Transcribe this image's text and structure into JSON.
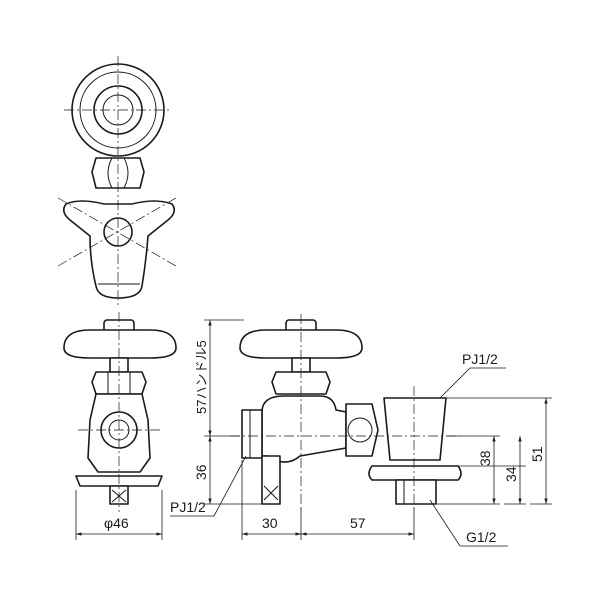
{
  "labels": {
    "pj_top": "PJ1/2",
    "pj_bottom": "PJ1/2",
    "g_thread": "G1/2",
    "diameter": "φ46",
    "dim_30": "30",
    "dim_57_bottom": "57",
    "dim_57_vertical": "57ハンドル5",
    "dim_36": "36",
    "dim_38": "38",
    "dim_34": "34",
    "dim_51": "51"
  }
}
